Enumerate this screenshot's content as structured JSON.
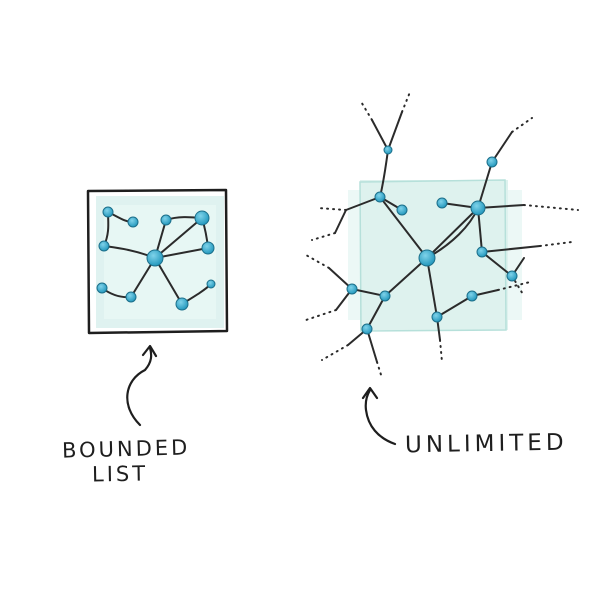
{
  "labels": {
    "bounded_line1": "BOUNDED",
    "bounded_line2": "LIST",
    "unlimited": "UNLIMITED"
  },
  "colors": {
    "ink": "#262626",
    "node_fill": "#2fa6c9",
    "node_highlight": "#7fd3ea",
    "teal_shade": "#bfe6e1"
  },
  "icons": {
    "bounded_arrow": "curved-up-arrow-icon",
    "unlimited_arrow": "curved-up-arrow-icon"
  }
}
